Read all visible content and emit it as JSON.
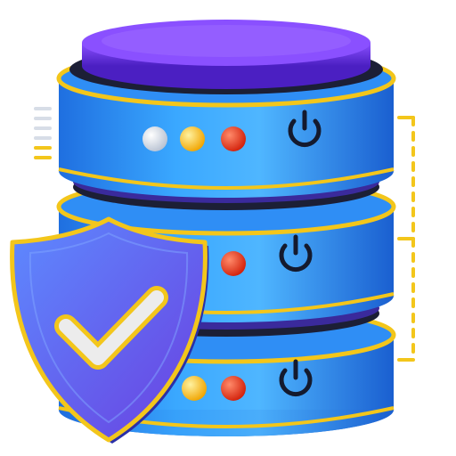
{
  "colors": {
    "body_blue_light": "#5fc0ff",
    "body_blue": "#2f8ef5",
    "body_blue_dark": "#1a5fd0",
    "lid_purple": "#7a3df0",
    "lid_purple_dark": "#4b1fc2",
    "gold_rim": "#f3c61b",
    "dark_ring": "#1c1f36",
    "shield_blue": "#5a6cf6",
    "shield_purple": "#6a3fe0",
    "led_white": "#e9eef5",
    "led_yellow": "#ffc21a",
    "led_red": "#f0381c",
    "power_icon": "#141a2e",
    "accent_dash": "#f3c61b",
    "side_lines": "#cfd6e0"
  },
  "server": {
    "tiers": [
      {
        "name": "top-tier",
        "leds": [
          "led_white",
          "led_yellow",
          "led_red"
        ],
        "icon": "power-icon"
      },
      {
        "name": "middle-tier",
        "leds": [
          "led_red"
        ],
        "icon": "power-icon"
      },
      {
        "name": "bottom-tier",
        "leds": [
          "led_yellow",
          "led_red"
        ],
        "icon": "power-icon"
      }
    ]
  },
  "shield": {
    "icon": "checkmark-icon",
    "state": "verified"
  }
}
